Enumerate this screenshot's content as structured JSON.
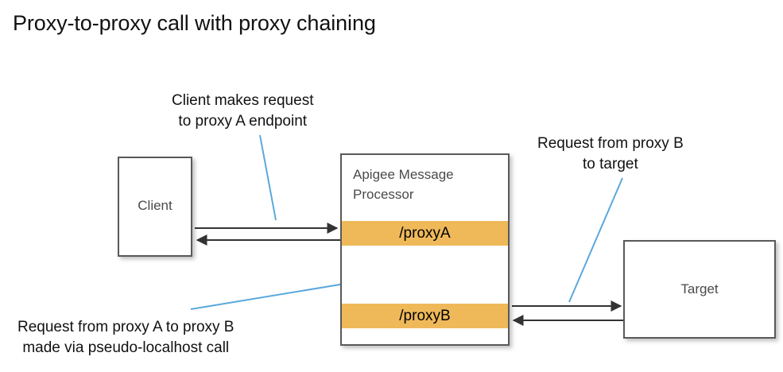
{
  "title": "Proxy-to-proxy call with proxy chaining",
  "colors": {
    "proxy_band": "#EFB95A",
    "box_border": "#595959",
    "leader_line": "#5BA8DC",
    "arrow": "#333333",
    "node_label": "#4A4A4A",
    "background": "#FFFFFF"
  },
  "nodes": {
    "client": {
      "label": "Client"
    },
    "message_processor": {
      "title": "Apigee Message Processor",
      "title_line1": "Apigee Message",
      "title_line2": "Processor",
      "proxies": [
        {
          "label": "/proxyA"
        },
        {
          "label": "/proxyB"
        }
      ]
    },
    "target": {
      "label": "Target"
    }
  },
  "annotations": [
    {
      "id": "client-request",
      "line1": "Client makes request",
      "line2": "to proxy A endpoint"
    },
    {
      "id": "proxyb-to-target",
      "line1": "Request from proxy B",
      "line2": "to target"
    },
    {
      "id": "proxy-chaining",
      "line1": "Request from proxy A to proxy B",
      "line2": "made via pseudo-localhost call"
    }
  ],
  "flows": [
    {
      "name": "client-to-proxya-request",
      "from": "client",
      "to": "/proxyA",
      "direction": "right"
    },
    {
      "name": "proxya-to-client-response",
      "from": "/proxyA",
      "to": "client",
      "direction": "left"
    },
    {
      "name": "proxya-to-proxyb-request",
      "from": "/proxyA",
      "to": "/proxyB",
      "direction": "down"
    },
    {
      "name": "proxyb-to-proxya-response",
      "from": "/proxyB",
      "to": "/proxyA",
      "direction": "up"
    },
    {
      "name": "proxyb-to-target-request",
      "from": "/proxyB",
      "to": "target",
      "direction": "right"
    },
    {
      "name": "target-to-proxyb-response",
      "from": "target",
      "to": "/proxyB",
      "direction": "left"
    }
  ]
}
